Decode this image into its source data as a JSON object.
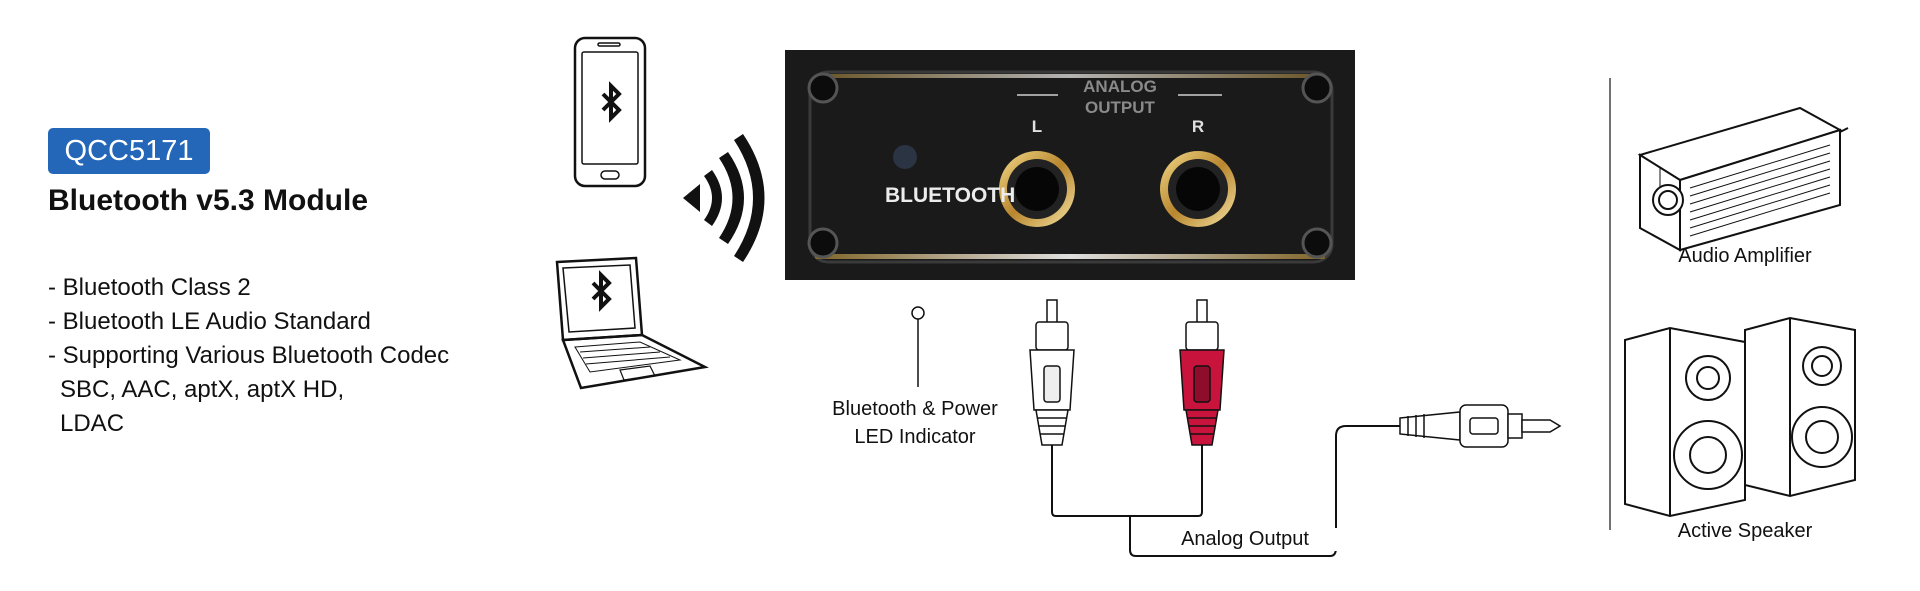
{
  "chip_badge": "QCC5171",
  "module_title": "Bluetooth v5.3 Module",
  "features": [
    "- Bluetooth Class 2",
    "- Bluetooth LE Audio Standard",
    "- Supporting Various Bluetooth Codec",
    "SBC, AAC, aptX, aptX HD,",
    "LDAC"
  ],
  "panel": {
    "brand_label": "BLUETOOTH",
    "output_label_line1": "ANALOG",
    "output_label_line2": "OUTPUT",
    "left_channel": "L",
    "right_channel": "R"
  },
  "callouts": {
    "led_line1": "Bluetooth & Power",
    "led_line2": "LED Indicator",
    "analog_output": "Analog Output"
  },
  "devices": {
    "amplifier": "Audio Amplifier",
    "speaker": "Active Speaker"
  },
  "colors": {
    "badge": "#2466b8",
    "panel": "#1a1a1a",
    "rca_gold": "#c9a24a",
    "rca_red": "#c8143c"
  }
}
